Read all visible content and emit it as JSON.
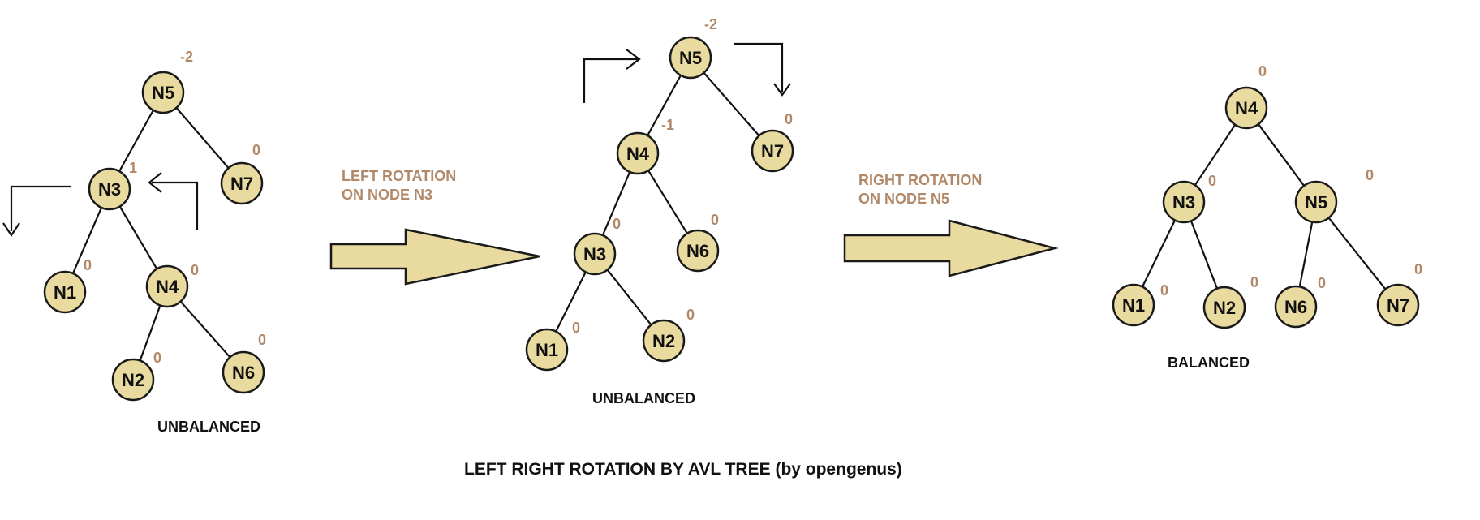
{
  "title": "LEFT RIGHT ROTATION BY AVL TREE (by opengenus)",
  "colors": {
    "node_fill": "#e9dba0",
    "balance_text": "#b0896a",
    "outline": "#1a1a1a"
  },
  "trees": [
    {
      "caption": "UNBALANCED",
      "nodes": [
        {
          "id": "N5",
          "label": "N5",
          "balance": "-2"
        },
        {
          "id": "N3",
          "label": "N3",
          "balance": "1"
        },
        {
          "id": "N7",
          "label": "N7",
          "balance": "0"
        },
        {
          "id": "N1",
          "label": "N1",
          "balance": "0"
        },
        {
          "id": "N4",
          "label": "N4",
          "balance": "0"
        },
        {
          "id": "N2",
          "label": "N2",
          "balance": "0"
        },
        {
          "id": "N6",
          "label": "N6",
          "balance": "0"
        }
      ],
      "edges": [
        [
          "N5",
          "N3"
        ],
        [
          "N5",
          "N7"
        ],
        [
          "N3",
          "N1"
        ],
        [
          "N3",
          "N4"
        ],
        [
          "N4",
          "N2"
        ],
        [
          "N4",
          "N6"
        ]
      ]
    },
    {
      "caption": "UNBALANCED",
      "nodes": [
        {
          "id": "N5",
          "label": "N5",
          "balance": "-2"
        },
        {
          "id": "N4",
          "label": "N4",
          "balance": "-1"
        },
        {
          "id": "N7",
          "label": "N7",
          "balance": "0"
        },
        {
          "id": "N3",
          "label": "N3",
          "balance": "0"
        },
        {
          "id": "N6",
          "label": "N6",
          "balance": "0"
        },
        {
          "id": "N1",
          "label": "N1",
          "balance": "0"
        },
        {
          "id": "N2",
          "label": "N2",
          "balance": "0"
        }
      ],
      "edges": [
        [
          "N5",
          "N4"
        ],
        [
          "N5",
          "N7"
        ],
        [
          "N4",
          "N3"
        ],
        [
          "N4",
          "N6"
        ],
        [
          "N3",
          "N1"
        ],
        [
          "N3",
          "N2"
        ]
      ]
    },
    {
      "caption": "BALANCED",
      "nodes": [
        {
          "id": "N4",
          "label": "N4",
          "balance": "0"
        },
        {
          "id": "N3",
          "label": "N3",
          "balance": "0"
        },
        {
          "id": "N5",
          "label": "N5",
          "balance": "0"
        },
        {
          "id": "N1",
          "label": "N1",
          "balance": "0"
        },
        {
          "id": "N2",
          "label": "N2",
          "balance": "0"
        },
        {
          "id": "N6",
          "label": "N6",
          "balance": "0"
        },
        {
          "id": "N7",
          "label": "N7",
          "balance": "0"
        }
      ],
      "edges": [
        [
          "N4",
          "N3"
        ],
        [
          "N4",
          "N5"
        ],
        [
          "N3",
          "N1"
        ],
        [
          "N3",
          "N2"
        ],
        [
          "N5",
          "N6"
        ],
        [
          "N5",
          "N7"
        ]
      ]
    }
  ],
  "operations": [
    {
      "line1": "LEFT ROTATION",
      "line2": "ON NODE N3"
    },
    {
      "line1": "RIGHT ROTATION",
      "line2": "ON NODE N5"
    }
  ]
}
